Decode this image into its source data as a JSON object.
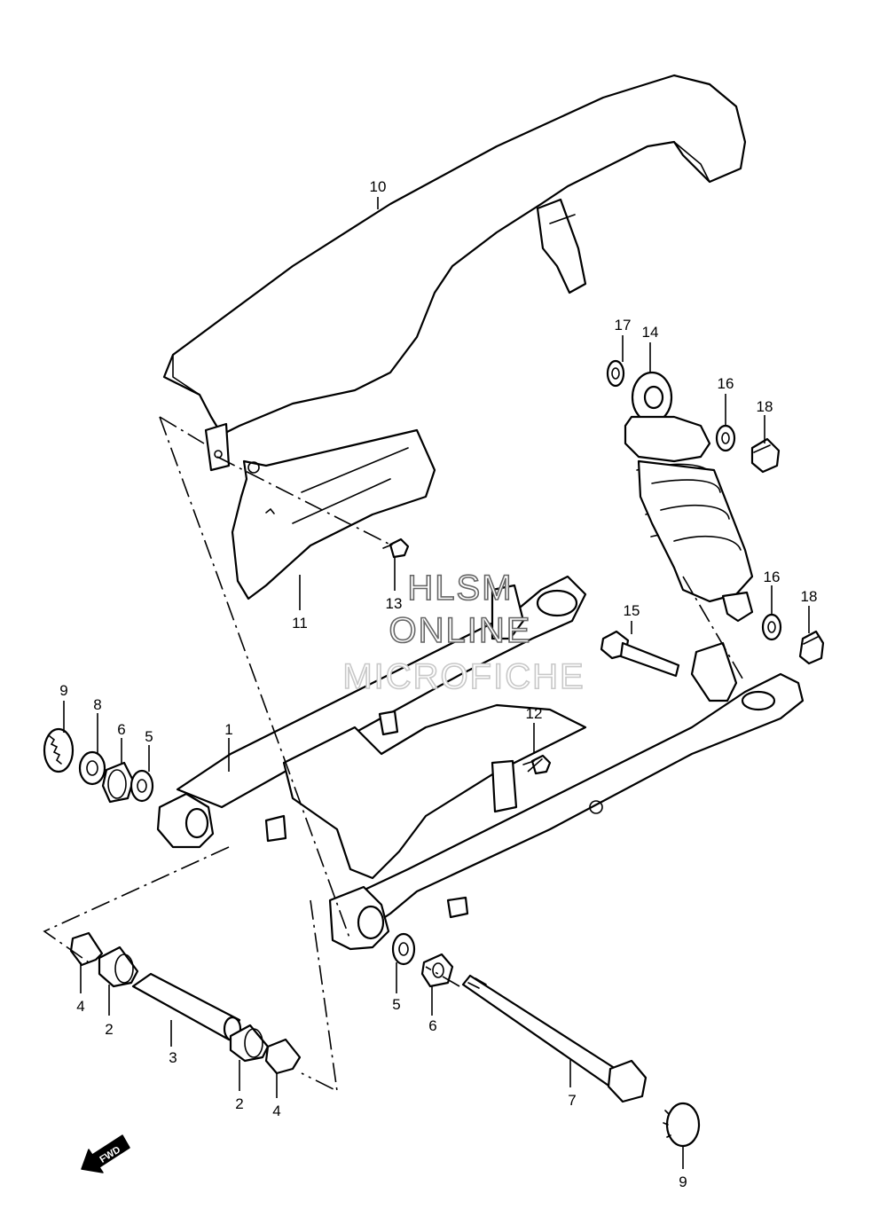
{
  "diagram": {
    "callouts": [
      "1",
      "2",
      "2",
      "3",
      "4",
      "4",
      "5",
      "5",
      "6",
      "6",
      "7",
      "8",
      "9",
      "9",
      "10",
      "11",
      "12",
      "13",
      "14",
      "15",
      "16",
      "16",
      "17",
      "18",
      "18"
    ],
    "watermark": {
      "line1": "HLSM",
      "line2": "ONLINE",
      "line3": "MICROFICHE"
    },
    "direction_marker": "FWD"
  }
}
